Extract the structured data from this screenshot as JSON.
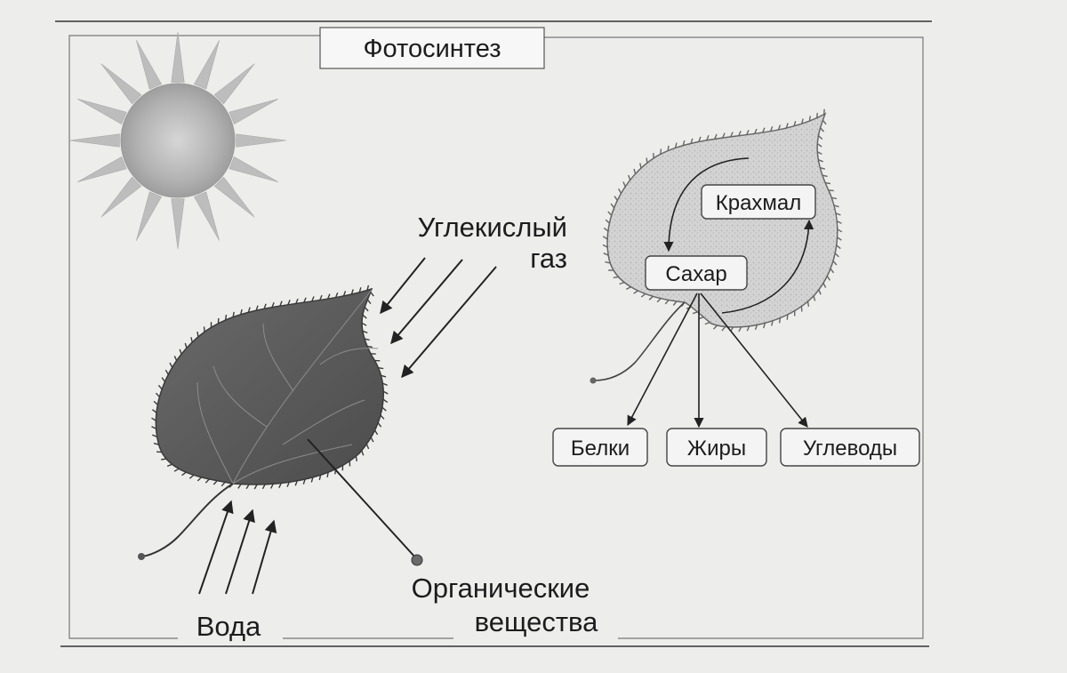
{
  "title": "Фотосинтез",
  "labels": {
    "co2_line1": "Углекислый",
    "co2_line2": "газ",
    "water": "Вода",
    "organic_line1": "Органические",
    "organic_line2": "вещества"
  },
  "boxes": {
    "starch": "Крахмал",
    "sugar": "Сахар",
    "proteins": "Белки",
    "fats": "Жиры",
    "carbohydrates": "Углеводы"
  }
}
